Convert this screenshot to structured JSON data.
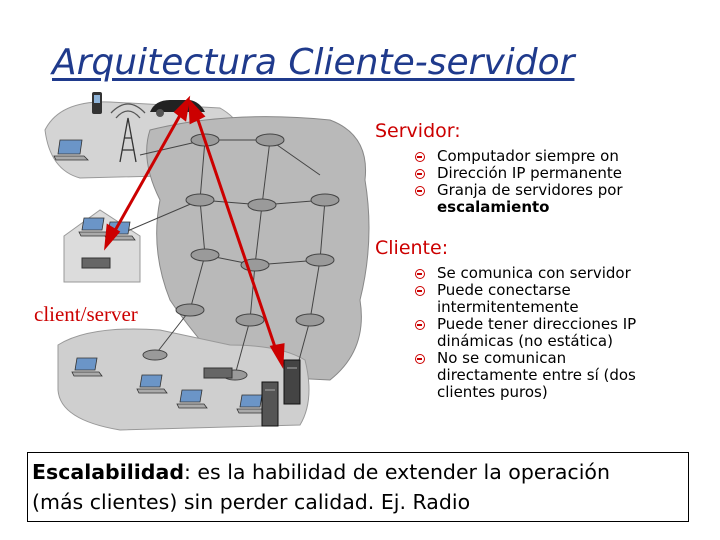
{
  "title": "Arquitectura Cliente-servidor",
  "server": {
    "heading": "Servidor:",
    "items": [
      "Computador siempre on",
      "Dirección IP permanente",
      "Granja de servidores por",
      "escalamiento"
    ]
  },
  "client": {
    "heading": "Cliente:",
    "items": [
      {
        "line1": "Se comunica con servidor"
      },
      {
        "line1": "Puede conectarse",
        "line2": "intermitentemente"
      },
      {
        "line1": "Puede tener direcciones IP",
        "line2": "dinámicas (no estática)"
      },
      {
        "line1": "No se comunican",
        "line2": "directamente entre sí (dos",
        "line3": "clientes puros)"
      }
    ]
  },
  "diagram_label": "client/server",
  "note": {
    "bold": "Escalabilidad",
    "rest_line1": ": es la habilidad de extender la operación",
    "line2": "(más clientes) sin perder calidad. Ej. Radio"
  },
  "colors": {
    "title": "#1f3a8c",
    "accent_red": "#cc0000",
    "cloud_gray": "#c9c9c9",
    "network_fill": "#b7b7b7"
  },
  "icons": [
    "laptop-icon",
    "router-icon",
    "server-icon",
    "cell-tower-icon",
    "car-icon",
    "phone-icon",
    "house-icon"
  ]
}
